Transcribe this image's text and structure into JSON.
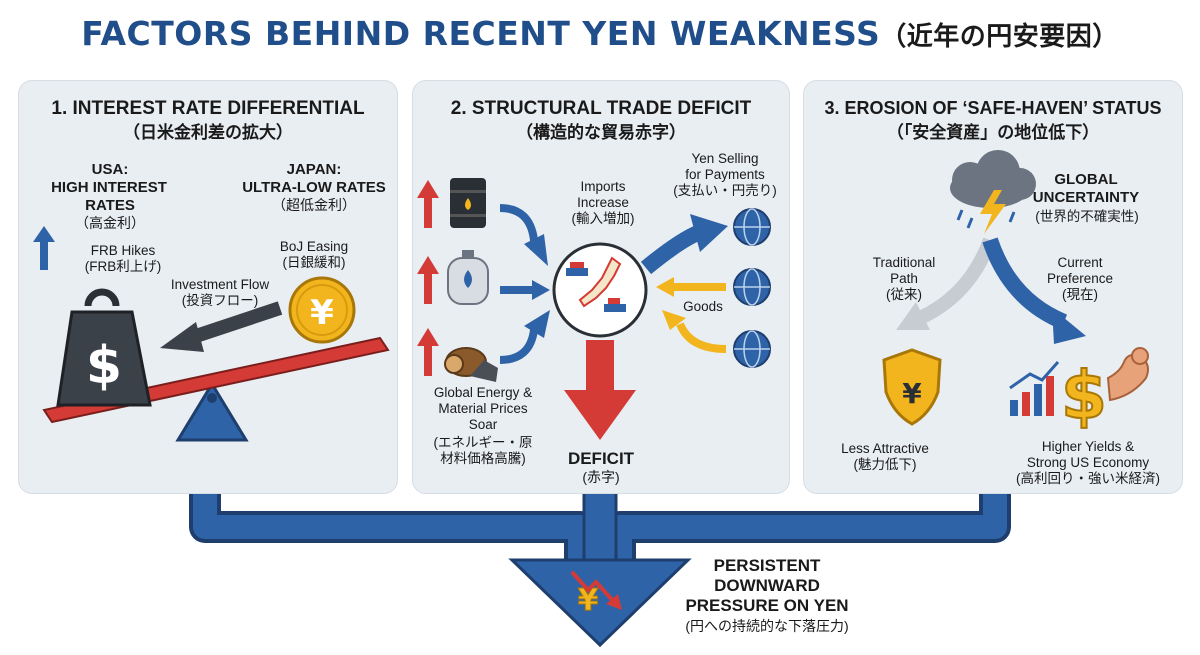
{
  "title": {
    "en": "FACTORS BEHIND RECENT YEN WEAKNESS",
    "jp": "（近年の円安要因）"
  },
  "panel1": {
    "title_en": "1. INTEREST RATE DIFFERENTIAL",
    "title_jp": "（日米金利差の拡大）",
    "usa_line1": "USA:",
    "usa_line2": "HIGH INTEREST",
    "usa_line3": "RATES",
    "usa_jp": "（高金利）",
    "frb_en": "FRB Hikes",
    "frb_jp": "(FRB利上げ)",
    "japan_line1": "JAPAN:",
    "japan_line2": "ULTRA-LOW RATES",
    "japan_jp": "（超低金利）",
    "boj_en": "BoJ Easing",
    "boj_jp": "(日銀緩和)",
    "flow_en": "Investment Flow",
    "flow_jp": "(投資フロー)",
    "dollar_symbol": "$",
    "yen_symbol": "¥"
  },
  "panel2": {
    "title_en": "2. STRUCTURAL TRADE DEFICIT",
    "title_jp": "（構造的な貿易赤字）",
    "imports_line1": "Imports",
    "imports_line2": "Increase",
    "imports_jp": "(輸入増加)",
    "selling_line1": "Yen Selling",
    "selling_line2": "for Payments",
    "selling_jp": "(支払い・円売り)",
    "goods": "Goods",
    "energy_line1": "Global Energy &",
    "energy_line2": "Material Prices",
    "energy_line3": "Soar",
    "energy_jp1": "(エネルギー・原",
    "energy_jp2": "材料価格高騰)",
    "deficit_en": "DEFICIT",
    "deficit_jp": "(赤字)"
  },
  "panel3": {
    "title_en": "3. EROSION OF ‘SAFE-HAVEN’ STATUS",
    "title_jp": "（「安全資産」の地位低下）",
    "uncertainty_line1": "GLOBAL",
    "uncertainty_line2": "UNCERTAINTY",
    "uncertainty_jp": "(世界的不確実性)",
    "traditional_line1": "Traditional",
    "traditional_line2": "Path",
    "traditional_jp": "(従来)",
    "current_line1": "Current",
    "current_line2": "Preference",
    "current_jp": "(現在)",
    "less_en": "Less Attractive",
    "less_jp": "(魅力低下)",
    "higher_line1": "Higher Yields &",
    "higher_line2": "Strong US Economy",
    "higher_jp": "(高利回り・強い米経済)",
    "yen_symbol": "¥",
    "dollar_symbol": "$"
  },
  "result": {
    "line1": "PERSISTENT",
    "line2": "DOWNWARD",
    "line3": "PRESSURE ON YEN",
    "jp": "(円への持続的な下落圧力)",
    "yen_symbol": "¥"
  },
  "colors": {
    "title_blue": "#1f4e8a",
    "arrow_blue": "#2f63a8",
    "arrow_red": "#d43a36",
    "gold": "#f2b51d",
    "panel_bg": "#e9eef3"
  }
}
